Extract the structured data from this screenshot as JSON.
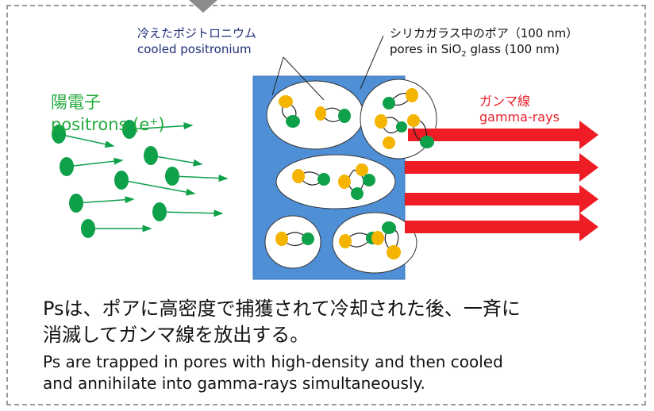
{
  "labels": {
    "positrons_jp": "陽電子",
    "positrons_en": "positrons (e⁺)",
    "cooled_jp": "冷えたポジトロニウム",
    "cooled_en": "cooled positronium",
    "pores_jp": "シリカガラス中のポア（100 nm）",
    "pores_en_pre": "pores in SiO",
    "pores_en_sub": "2",
    "pores_en_post": " glass (100 nm)",
    "gamma_jp": "ガンマ線",
    "gamma_en": "gamma-rays"
  },
  "caption": {
    "jp_line1": "Psは、ポアに高密度で捕獲されて冷却された後、一斉に",
    "jp_line2": "消滅してガンマ線を放出する。",
    "en_line1": "Ps are trapped in pores with high-density and then cooled",
    "en_line2": "and annihilate into gamma-rays simultaneously."
  },
  "colors": {
    "positron": "#0fa04a",
    "electron": "#f5b400",
    "glass_block": "#4f8fd6",
    "pore": "#ffffff",
    "gamma_arrow": "#ee1c24",
    "label_green": "#22aa3c",
    "label_navy": "#1f2f7a",
    "label_red": "#e8202a"
  }
}
